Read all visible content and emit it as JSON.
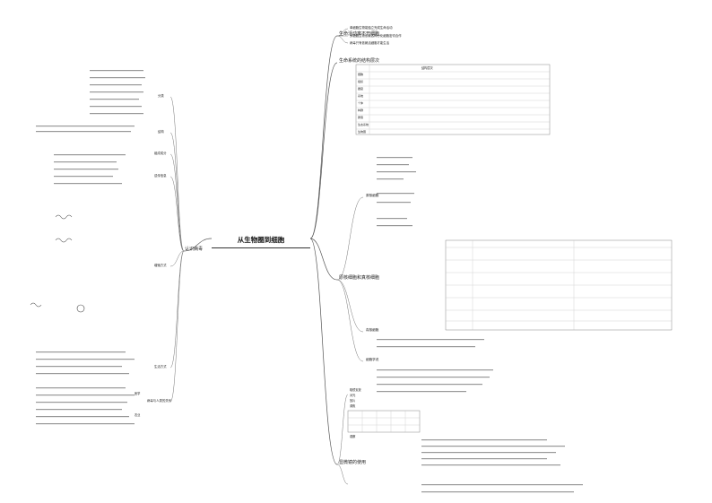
{
  "title": "从生物圈到细胞",
  "branches": {
    "activity": "生命活动离不开细胞",
    "levels": "生命系统的结构层次",
    "cells": "原核细胞和真核细胞",
    "microscope": "显微镜的使用",
    "reading": "认识病毒"
  },
  "reading_groups": {
    "classify": "分类",
    "structure": "结构",
    "composition": "组成成分",
    "genetic": "遗传信息",
    "life": "生活方式",
    "replication": "增殖方式",
    "harm": "病毒与人类的关系",
    "medical": "医学",
    "agri": "农业"
  },
  "activity_items": [
    "单细胞生物能独立完成生命活动",
    "多细胞生物依赖各种分化细胞密切合作",
    "病毒只有依赖活细胞才能生活"
  ],
  "levels_table_header": "结构层次",
  "levels_rows": [
    "细胞",
    "组织",
    "器官",
    "系统",
    "个体",
    "种群",
    "群落",
    "生态系统",
    "生物圈"
  ],
  "cell_types": {
    "prokaryote": "原核细胞",
    "eukaryote": "真核细胞",
    "theory": "细胞学说"
  },
  "microscope_steps": [
    "取镜安放",
    "对光",
    "放片",
    "调焦",
    "观察"
  ]
}
